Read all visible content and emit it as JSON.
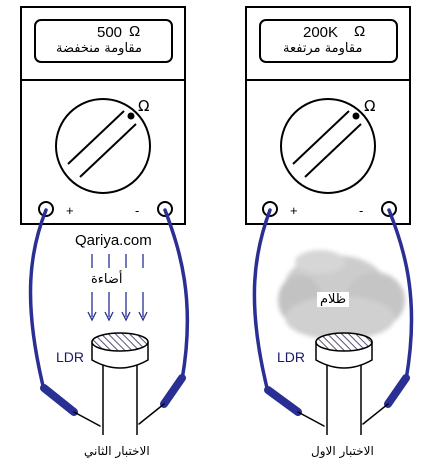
{
  "left_meter": {
    "display_value": "500",
    "display_label": "مقاومة منخفضة",
    "plus": "+",
    "minus": "-",
    "ldr_label": "LDR",
    "caption": "الاختبار الثاني"
  },
  "right_meter": {
    "display_value": "200K",
    "display_label": "مقاومة مرتفعة",
    "plus": "+",
    "minus": "-",
    "ldr_label": "LDR",
    "caption": "الاختبار الاول"
  },
  "light_source": {
    "brand": "Qariya.com",
    "label": "أضاءة"
  },
  "dark_label": "ظلام",
  "symbols": {
    "ohm": "Ω"
  },
  "colors": {
    "lead": "#2a2f94",
    "outline": "#000000",
    "fog": "#bdbdbd",
    "ldr_face": "#8888aa"
  }
}
